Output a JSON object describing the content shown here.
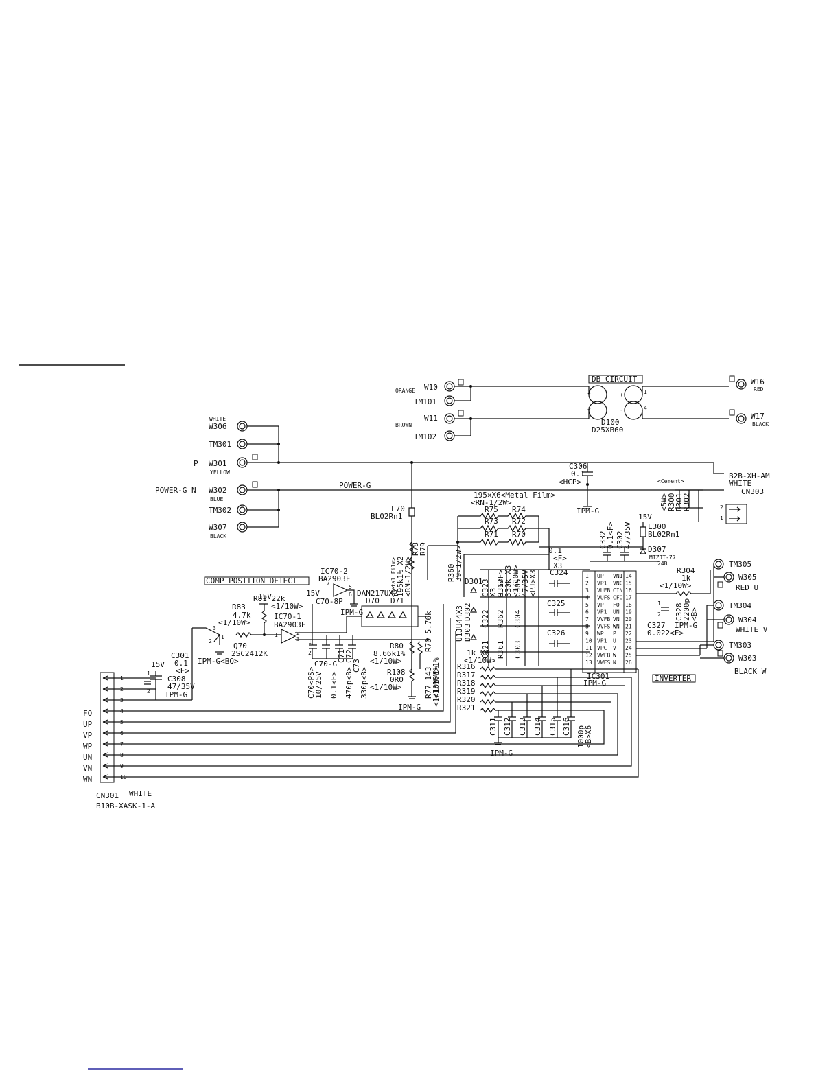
{
  "header_rule": "",
  "footer_rule": "",
  "labels": {
    "db_circuit": "DB CIRCUIT",
    "comp_position_detect": "COMP POSITION DETECT",
    "inverter": "INVERTER",
    "power_g": "POWER-G",
    "ipm_g": "IPM-G"
  },
  "terminals_top": {
    "w10": {
      "name": "W10",
      "color": "ORANGE"
    },
    "tm101": "TM101",
    "w11": {
      "name": "W11",
      "color": "BROWN"
    },
    "tm102": "TM102",
    "w16": {
      "name": "W16",
      "color": "RED"
    },
    "w17": {
      "name": "W17",
      "color": "BLACK"
    },
    "d100": {
      "ref": "D100",
      "part": "D25XB60"
    }
  },
  "terminals_left": {
    "w306": {
      "name": "W306",
      "color": "WHITE"
    },
    "tm301": "TM301",
    "w301": {
      "name": "W301",
      "color": "YELLOW",
      "prefix": "P"
    },
    "w302": {
      "name": "W302",
      "color": "BLUE",
      "prefix": "POWER-G N"
    },
    "tm302": "TM302",
    "w307": {
      "name": "W307",
      "color": "BLACK"
    }
  },
  "terminals_right": {
    "tm305": "TM305",
    "w305": "W305",
    "w305_color": "RED    U",
    "tm304": "TM304",
    "w304": "W304",
    "w304_color": "WHITE V",
    "tm303": "TM303",
    "w303": "W303",
    "w303_color": "BLACK W"
  },
  "cn303": {
    "part": "B2B-XH-AM",
    "color": "WHITE",
    "ref": "CN303",
    "cement": "<Cement>"
  },
  "cn301": {
    "ref": "CN301",
    "color": "WHITE",
    "part": "B10B-XASK-1-A",
    "pins": [
      "1",
      "2",
      "3",
      "4",
      "5",
      "6",
      "7",
      "8",
      "9",
      "10"
    ],
    "signals": [
      "FO",
      "UP",
      "VP",
      "WP",
      "UN",
      "VN",
      "WN"
    ]
  },
  "components": {
    "c306": [
      "C306",
      "0.1",
      "<HCP>"
    ],
    "l70": [
      "L70",
      "BL02Rn1"
    ],
    "rn_top": [
      "195×X6<Metal Film>",
      "<RN-1/2W>"
    ],
    "r_top": [
      "R75",
      "R74",
      "R73",
      "R72",
      "R71",
      "R70"
    ],
    "r_mf": [
      "<Metal Film>",
      "195k1% X2",
      "<RN-1/2W>",
      "R78",
      "R79"
    ],
    "ic70_2": [
      "IC70-2",
      "BA2903F"
    ],
    "dan": "DAN217UX2",
    "d70": "D70",
    "d71": "D71",
    "r83": [
      "R83",
      "4.7k",
      "<1/10W>"
    ],
    "r81": [
      "15V",
      "R81 22k",
      "<1/10W>"
    ],
    "v15": "15V",
    "c70_8p": "C70-8P",
    "ic70_1": [
      "IC70-1",
      "BA2903F"
    ],
    "q70": [
      "Q70",
      "2SC2412K",
      "IPM-G<BQ>"
    ],
    "c301": [
      "C301",
      "0.1",
      "<F>"
    ],
    "c308": [
      "15V",
      "C308",
      "47/35V",
      "IPM-G"
    ],
    "c70_caps": [
      "C70<PS>",
      "10/25V",
      "0.1<F>",
      "C71",
      "C72",
      "470p<B>",
      "C73",
      "330p<B>",
      "C70-G"
    ],
    "r80": [
      "R80",
      "8.66k1%",
      "<1/10W>"
    ],
    "r76": [
      "R76 5.76k",
      "<1/10W>1%"
    ],
    "r77": [
      "R77 143",
      "<1/10W>1%"
    ],
    "r108": [
      "R108",
      "0R0",
      "<1/10W>"
    ],
    "r360": [
      "R360",
      "39<1/2W>"
    ],
    "d301": [
      "D301",
      "D302",
      "D303",
      "U1JU44X3"
    ],
    "rx6": [
      "1k X6",
      "<1/10W>"
    ],
    "caps_mid": [
      "C321",
      "C322",
      "C323",
      "R361",
      "R362",
      "R363",
      "330k X3",
      "<1/10W>",
      "C303",
      "C304",
      "C305",
      "47/35V",
      "<PJ>X3",
      "X3",
      "0.1<F>"
    ],
    "r31x": [
      "R316",
      "R317",
      "R318",
      "R319",
      "R320",
      "R321"
    ],
    "c31x": [
      "C311",
      "C312",
      "C313",
      "C314",
      "C315",
      "C316",
      "1000p",
      "<B>X6"
    ],
    "c332": [
      "C332",
      "0.1<F>"
    ],
    "c302": [
      "C302",
      "47/35V"
    ],
    "l300": [
      "15V",
      "L300",
      "BL02Rn1"
    ],
    "d307": [
      "D307",
      "MTZJT-77",
      "24B"
    ],
    "c324": [
      "0.1",
      "<F>",
      "X3",
      "C324"
    ],
    "c325": "C325",
    "c326": "C326",
    "r300s": [
      "<5W>",
      "R300",
      "R301",
      "R302"
    ],
    "r304": [
      "R304",
      "1k",
      "<1/10W>"
    ],
    "c328": [
      "C328",
      "2200p",
      "<B>"
    ],
    "c327": [
      "C327",
      "IPM-G",
      "0.022<F>"
    ],
    "ic301": [
      "IC301",
      "IPM-G"
    ]
  },
  "ic301_pins_left": [
    "UP",
    "VP1",
    "VUFB",
    "VUFS",
    "VP",
    "VP1",
    "VVFB",
    "VVFS",
    "WP",
    "VP1",
    "VPC",
    "VWFB",
    "VWFS"
  ],
  "ic301_pins_right": [
    "VN1",
    "VNC",
    "CIN",
    "CFO",
    "FO",
    "UN",
    "VN",
    "WN",
    "P",
    "U",
    "V",
    "W",
    "N"
  ],
  "ic301_nums_left": [
    "1",
    "2",
    "3",
    "4",
    "5",
    "6",
    "7",
    "8",
    "9",
    "10",
    "11",
    "12",
    "13"
  ],
  "ic301_nums_right": [
    "14",
    "15",
    "16",
    "17",
    "18",
    "19",
    "20",
    "21",
    "22",
    "23",
    "24",
    "25",
    "26"
  ]
}
